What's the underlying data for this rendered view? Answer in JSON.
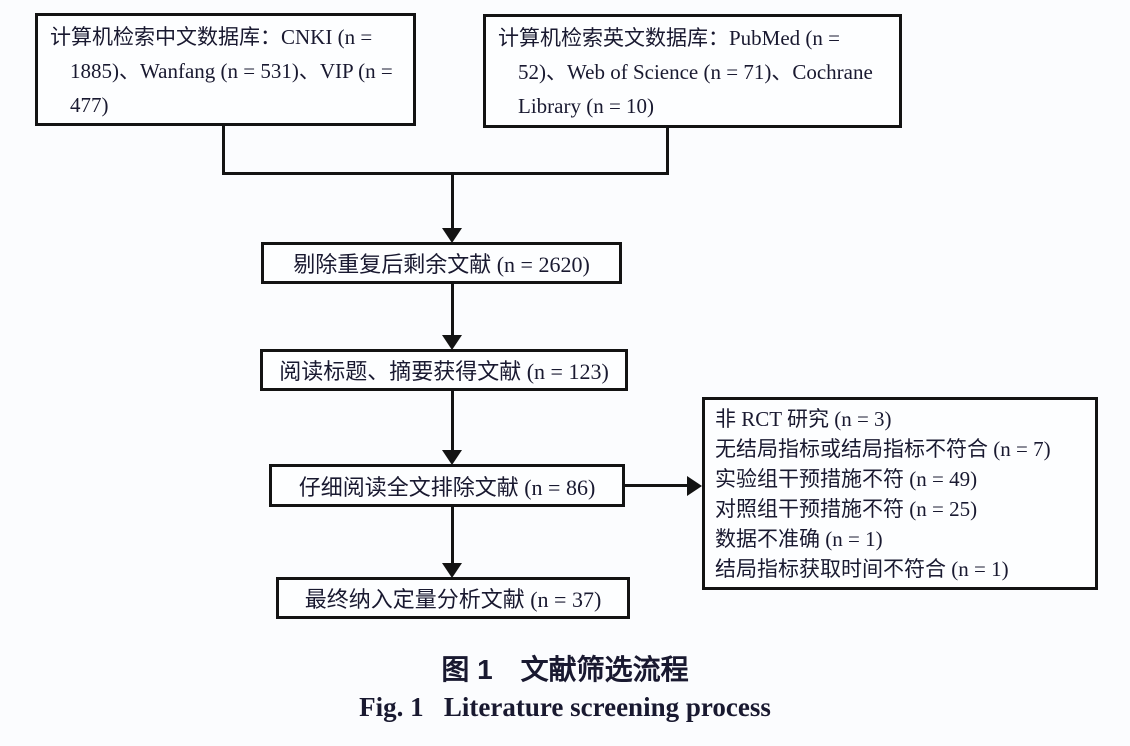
{
  "flowchart": {
    "box_cn_db": {
      "lines": [
        "计算机检索中文数据库：CNKI (n =",
        "1885)、Wanfang (n = 531)、VIP (n =",
        "477)"
      ]
    },
    "box_en_db": {
      "lines": [
        "计算机检索英文数据库：PubMed (n =",
        "52)、Web of Science (n = 71)、Cochrane",
        "Library (n = 10)"
      ]
    },
    "box_dedup": {
      "text": "剔除重复后剩余文献 (n = 2620)"
    },
    "box_title_abstract": {
      "text": "阅读标题、摘要获得文献 (n = 123)"
    },
    "box_fulltext": {
      "text": "仔细阅读全文排除文献 (n = 86)"
    },
    "box_included": {
      "text": "最终纳入定量分析文献 (n = 37)"
    },
    "box_exclusions": {
      "lines": [
        "非 RCT 研究 (n = 3)",
        "无结局指标或结局指标不符合 (n = 7)",
        "实验组干预措施不符 (n = 49)",
        "对照组干预措施不符 (n = 25)",
        "数据不准确 (n = 1)",
        "结局指标获取时间不符合 (n = 1)"
      ]
    }
  },
  "captions": {
    "zh": "图 1　文献筛选流程",
    "en": "Fig. 1   Literature screening process"
  },
  "colors": {
    "line": "#131313",
    "text": "#191930",
    "background": "#fbfcfe"
  }
}
